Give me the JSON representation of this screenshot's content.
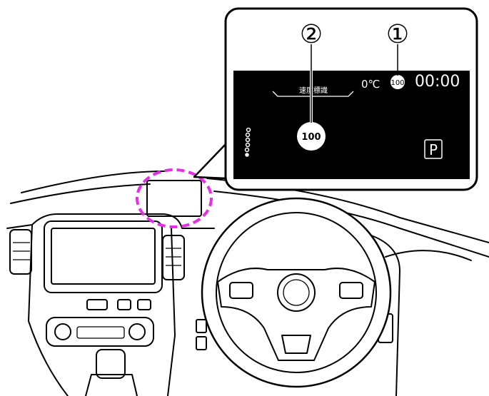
{
  "callout": {
    "marker_1": "①",
    "marker_2": "②",
    "screen": {
      "speed_sign_label": "速度標識",
      "temperature": "0℃",
      "small_speed_sign": "100",
      "clock": "00:00",
      "large_speed_sign": "100",
      "gear": "P"
    }
  },
  "colors": {
    "highlight": "#e62ee6",
    "screen_bg": "#000000"
  }
}
